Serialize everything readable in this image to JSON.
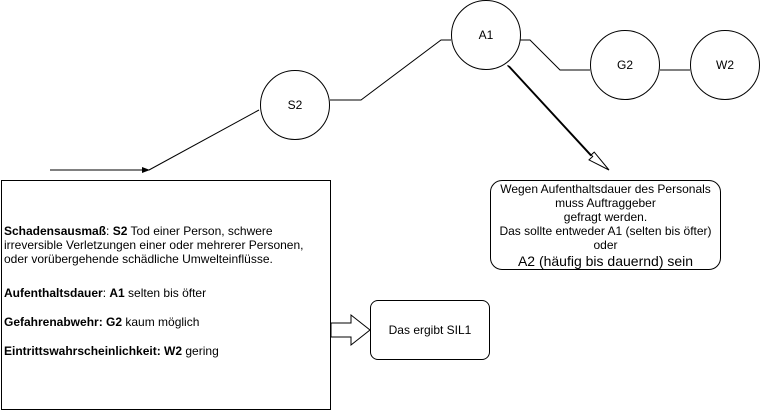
{
  "nodes": {
    "s2": "S2",
    "a1": "A1",
    "g2": "G2",
    "w2": "W2"
  },
  "main_box": {
    "damage_label": "Schadensausmaß",
    "damage_sep": ": ",
    "damage_code": "S2",
    "damage_text": " Tod einer Person, schwere irreversible Verletzungen einer oder mehrerer Personen, oder vorübergehende schädliche Umwelteinflüsse.",
    "exposure_label": "Aufenthaltsdauer",
    "exposure_sep": ": ",
    "exposure_code": "A1",
    "exposure_text": " selten bis öfter",
    "avoidance_label": "Gefahrenabwehr: G2",
    "avoidance_text": " kaum möglich",
    "probability_label": "Eintrittswahrscheinlichkeit: W2",
    "probability_text": " gering"
  },
  "result_box": {
    "text": "Das ergibt SIL1"
  },
  "note_box": {
    "line1": "Wegen Aufenthaltsdauer des Personals",
    "line2": "muss Auftraggeber",
    "line3": "gefragt werden.",
    "line4": "Das sollte entweder A1 (selten bis öfter)",
    "line5": "oder",
    "line6": "A2 (häufig bis dauernd) sein"
  }
}
